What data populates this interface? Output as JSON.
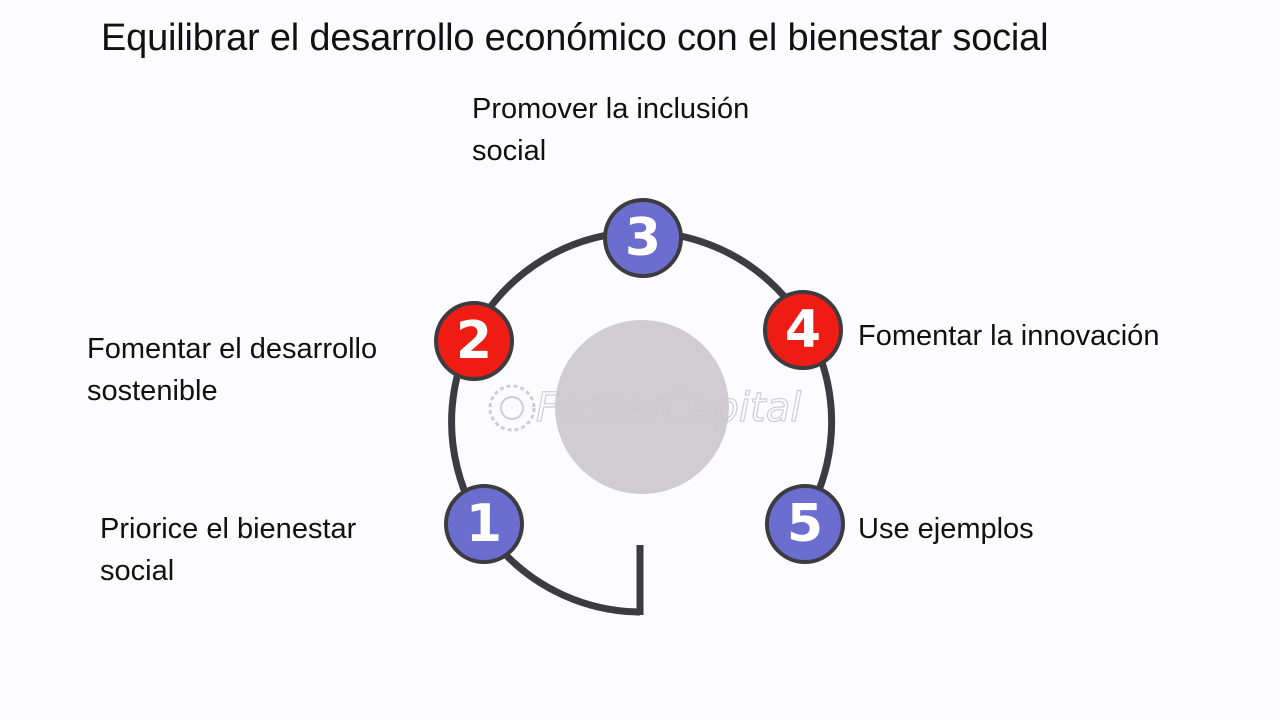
{
  "title": "Equilibrar el desarrollo económico con el bienestar social",
  "steps": [
    {
      "number": "1",
      "label_lines": [
        "Priorice el bienestar",
        "social"
      ],
      "color": "#6b6ece"
    },
    {
      "number": "2",
      "label_lines": [
        "Fomentar el desarrollo",
        "sostenible"
      ],
      "color": "#ee1c12"
    },
    {
      "number": "3",
      "label_lines": [
        "Promover la inclusión",
        "social"
      ],
      "color": "#6b6ece"
    },
    {
      "number": "4",
      "label_lines": [
        "Fomentar la innovación"
      ],
      "color": "#ee1c12"
    },
    {
      "number": "5",
      "label_lines": [
        "Use ejemplos"
      ],
      "color": "#6b6ece"
    }
  ],
  "watermark": "FasterCapital",
  "colors": {
    "ring": "#3b3b40",
    "node_border": "#3b3b40",
    "center_disc": "#cfcdd2",
    "background": "#fcfbfe"
  }
}
